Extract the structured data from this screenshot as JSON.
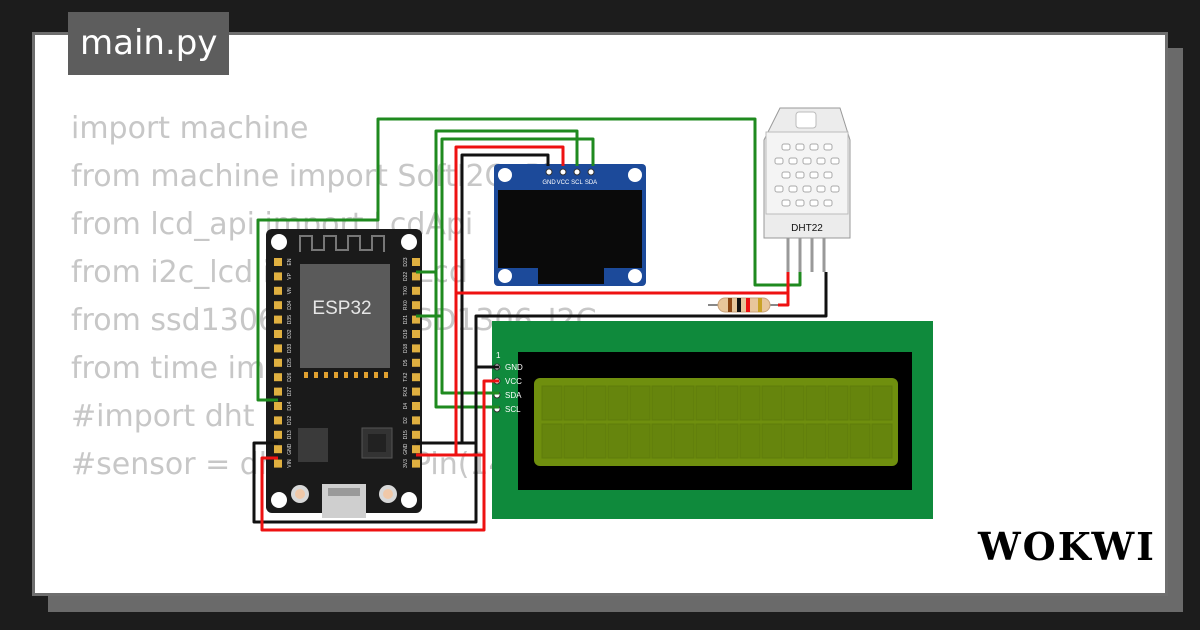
{
  "file_tab": {
    "label": "main.py"
  },
  "code_lines": [
    "import machine",
    "from machine import SoftI2C, Pin",
    "",
    "from lcd_api import LcdApi",
    "from i2c_lcd import I2cLcd",
    "from ssd1306 import SSD1306_I2C",
    "",
    "from time import sleep",
    "",
    "#import dht",
    "#sensor = dht.DHT22(Pin(14))"
  ],
  "esp32": {
    "chip_label": "ESP32",
    "left_pins": [
      "EN",
      "VP",
      "VN",
      "D34",
      "D35",
      "D32",
      "D33",
      "D25",
      "D26",
      "D27",
      "D14",
      "D12",
      "D13",
      "GND",
      "VIN"
    ],
    "right_pins": [
      "D23",
      "D22",
      "TX0",
      "RX0",
      "D21",
      "D19",
      "D18",
      "D5",
      "TX2",
      "RX2",
      "D4",
      "D2",
      "D15",
      "GND",
      "3V3"
    ]
  },
  "oled": {
    "pins": [
      "GND",
      "VCC",
      "SCL",
      "SDA"
    ]
  },
  "dht": {
    "label": "DHT22"
  },
  "lcd": {
    "pin_index": "1",
    "pins": [
      "GND",
      "VCC",
      "SDA",
      "SCL"
    ]
  },
  "brand": {
    "logo": "WOKWI"
  },
  "colors": {
    "wire_green": "#1f8a1f",
    "wire_red": "#ee1111",
    "wire_black": "#111111",
    "lcd_board": "#0f8a3c",
    "lcd_screen": "#6f8f0e"
  }
}
